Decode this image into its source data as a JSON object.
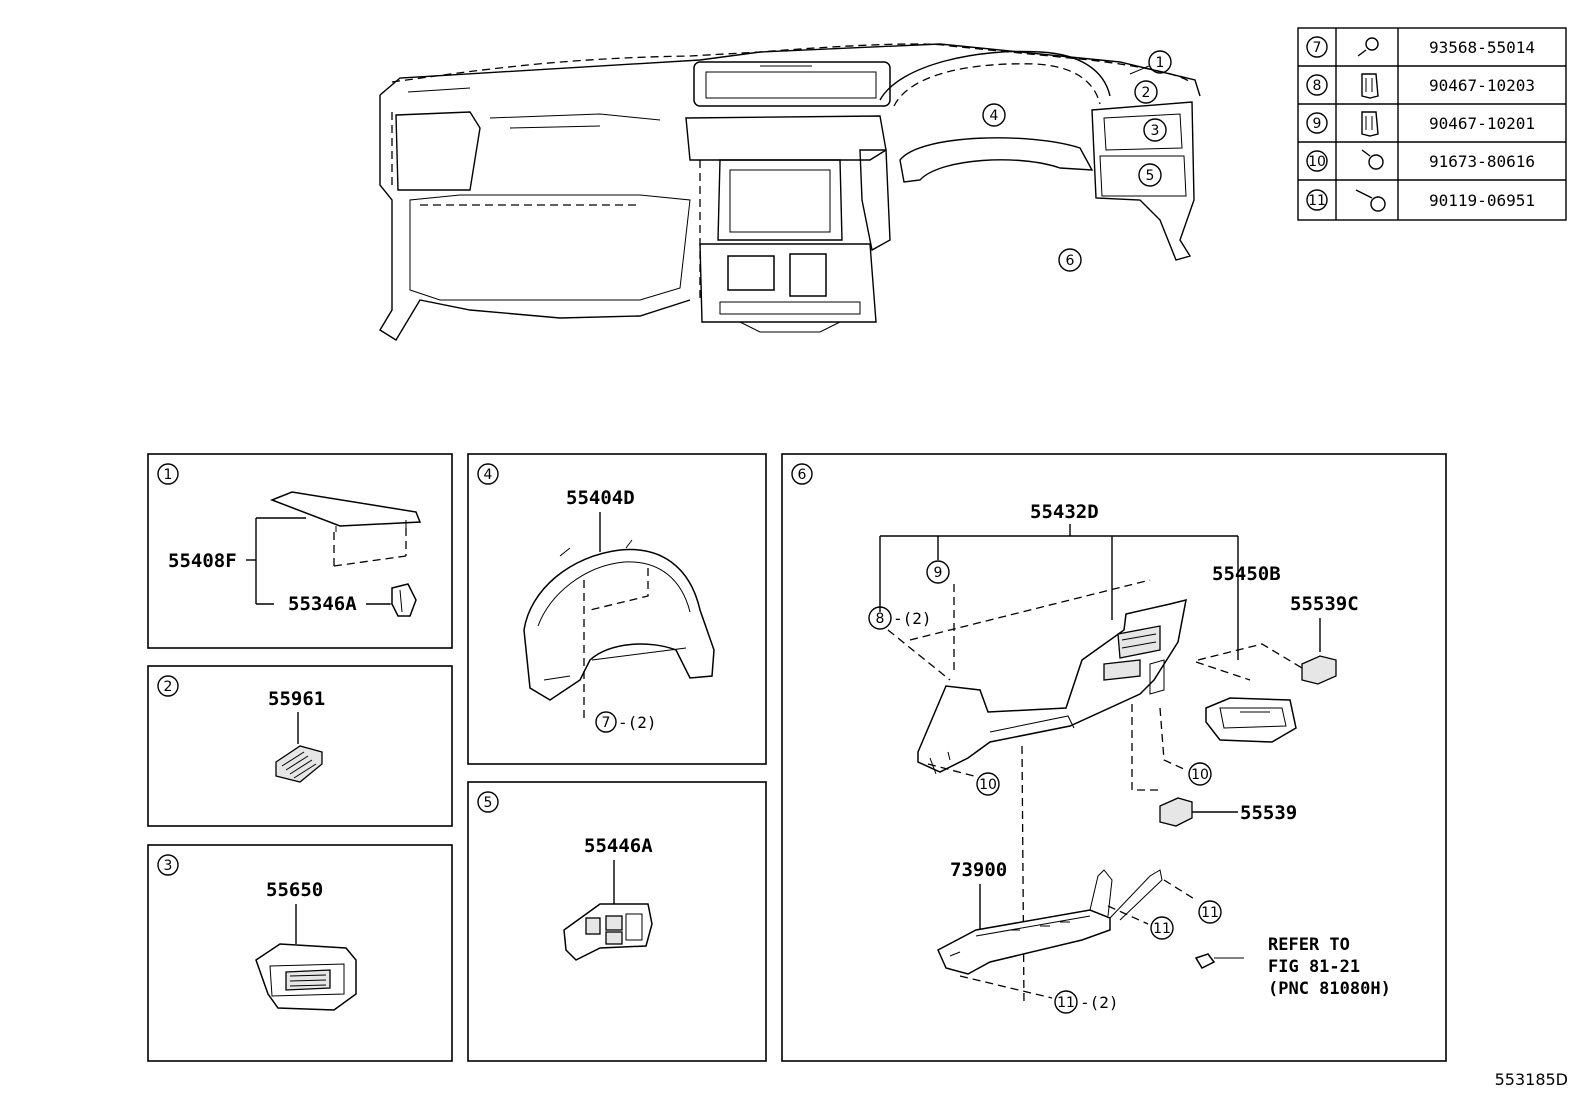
{
  "fastener_table": [
    {
      "ref": "7",
      "icon": "screw-icon",
      "part_number": "93568-55014"
    },
    {
      "ref": "8",
      "icon": "clip-icon",
      "part_number": "90467-10203"
    },
    {
      "ref": "9",
      "icon": "clip-icon",
      "part_number": "90467-10201"
    },
    {
      "ref": "10",
      "icon": "screw-icon",
      "part_number": "91673-80616"
    },
    {
      "ref": "11",
      "icon": "screw-icon",
      "part_number": "90119-06951"
    }
  ],
  "overview_callouts": [
    "1",
    "2",
    "3",
    "4",
    "5",
    "6"
  ],
  "panels": [
    {
      "ref": "1",
      "labels": [
        "55408F",
        "55346A"
      ]
    },
    {
      "ref": "2",
      "labels": [
        "55961"
      ]
    },
    {
      "ref": "3",
      "labels": [
        "55650"
      ]
    },
    {
      "ref": "4",
      "labels": [
        "55404D"
      ],
      "fastener_ref": "7",
      "fastener_qty": "-(2)"
    },
    {
      "ref": "5",
      "labels": [
        "55446A"
      ]
    },
    {
      "ref": "6",
      "labels": [
        "55432D",
        "55450B",
        "55539C",
        "55539",
        "73900"
      ],
      "callouts": [
        {
          "ref": "9",
          "qty": ""
        },
        {
          "ref": "8",
          "qty": "-(2)"
        },
        {
          "ref": "10",
          "qty": ""
        },
        {
          "ref": "10",
          "qty": ""
        },
        {
          "ref": "11",
          "qty": ""
        },
        {
          "ref": "11",
          "qty": ""
        },
        {
          "ref": "11",
          "qty": "-(2)"
        }
      ],
      "refer_note": [
        "REFER TO",
        "FIG 81-21",
        "(PNC 81080H)"
      ]
    }
  ],
  "figure_code": "553185D"
}
